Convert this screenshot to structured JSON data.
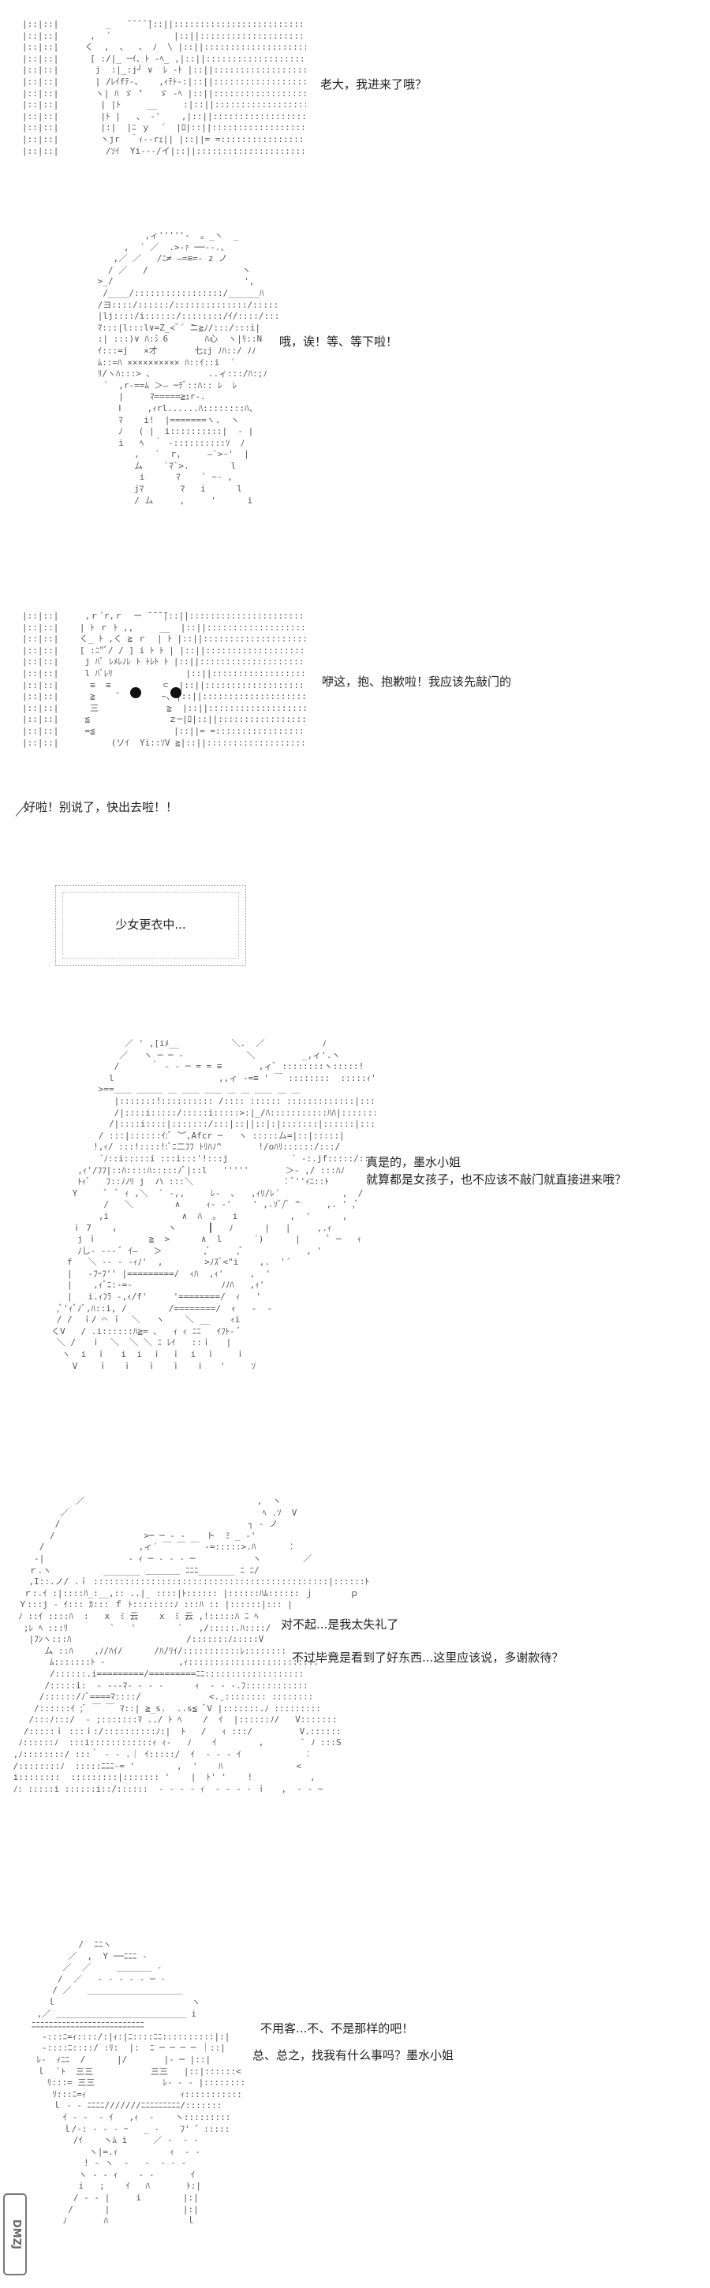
{
  "panels": [
    {
      "id": "panel-1",
      "lines": [
        "老大，我进来了哦？"
      ]
    },
    {
      "id": "panel-2",
      "lines": [
        "哦，诶！等、等下啦！"
      ]
    },
    {
      "id": "panel-3",
      "lines": [
        "咿这，抱、抱歉啦！我应该先敲门的",
        "好啦！别说了，快出去啦！！"
      ]
    },
    {
      "id": "panel-4",
      "lines": [
        "少女更衣中..."
      ]
    },
    {
      "id": "panel-5",
      "lines": [
        "真是的，墨水小姐",
        "就算都是女孩子，也不应该不敲门就直接进来哦？"
      ]
    },
    {
      "id": "panel-6",
      "lines": [
        "对不起...是我太失礼了",
        "不过毕竟是看到了好东西...这里应该说，多谢款待？"
      ]
    },
    {
      "id": "panel-7",
      "lines": [
        "不用客...不、不是那样的吧！",
        "总、总之，找我有什么事吗？墨水小姐"
      ]
    }
  ],
  "watermark": {
    "text": "DMZJ"
  }
}
